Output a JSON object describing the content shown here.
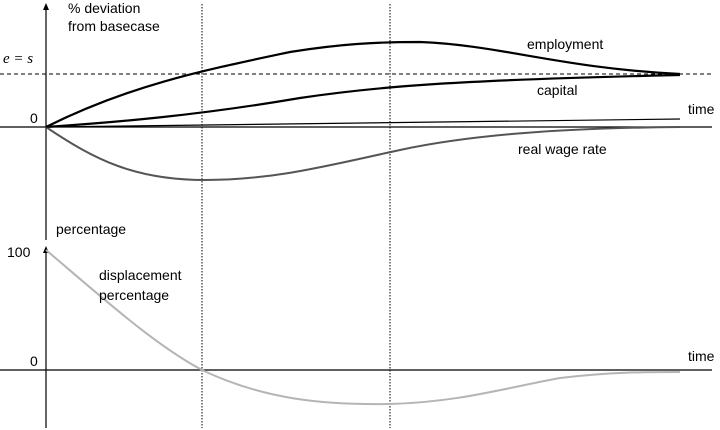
{
  "diagram": {
    "top_panel": {
      "y_axis_label_line1": "% deviation",
      "y_axis_label_line2": "from basecase",
      "zero_label": "0",
      "level_label": "e = s",
      "x_axis_label": "time",
      "curves": {
        "employment": "employment",
        "capital": "capital",
        "real_wage": "real wage rate"
      }
    },
    "bottom_panel": {
      "y_axis_label": "percentage",
      "max_label": "100",
      "zero_label": "0",
      "x_axis_label": "time",
      "curve_label_line1": "displacement",
      "curve_label_line2": "percentage"
    },
    "colors": {
      "axis": "#000000",
      "employment": "#000000",
      "capital": "#000000",
      "real_wage": "#555555",
      "displacement": "#b5b5b5"
    }
  }
}
